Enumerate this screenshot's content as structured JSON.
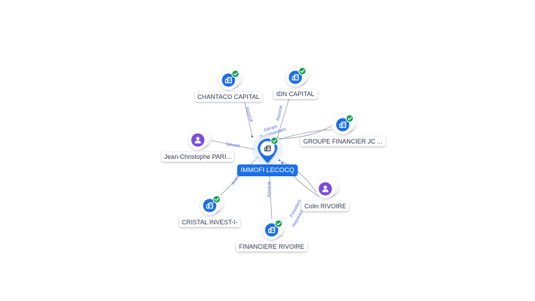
{
  "graph": {
    "center": {
      "name": "IMMOFI LECOCQ",
      "icon": "building-icon"
    },
    "nodes": [
      {
        "id": "chantaco",
        "name": "CHANTACO CAPITAL",
        "type": "company",
        "verified": true
      },
      {
        "id": "idn",
        "name": "IDN CAPITAL",
        "type": "company",
        "verified": true
      },
      {
        "id": "jean",
        "name": "Jean-Christophe PARI...",
        "type": "person",
        "verified": false
      },
      {
        "id": "groupe",
        "name": "GROUPE FINANCIER JC ...",
        "type": "company",
        "verified": true
      },
      {
        "id": "cristal",
        "name": "CRISTAL INVEST-I-",
        "type": "company",
        "verified": true
      },
      {
        "id": "colin",
        "name": "Colin RIVOIRE",
        "type": "person",
        "verified": false
      },
      {
        "id": "financiere",
        "name": "FINANCIERE RIVOIRE",
        "type": "company",
        "verified": true
      }
    ],
    "edges": [
      {
        "from": "chantaco",
        "label": "Associé"
      },
      {
        "from": "idn",
        "label": "Associé"
      },
      {
        "from": "jean",
        "label": "Gérant"
      },
      {
        "from": "groupe",
        "label": "Gérant"
      },
      {
        "from": "groupe",
        "label": "Représentant"
      },
      {
        "from": "cristal",
        "label": "Associé"
      },
      {
        "from": "financiere",
        "label": "Associé"
      },
      {
        "from": "colin",
        "label": "Président"
      },
      {
        "from": "colin",
        "label": "Représentant"
      }
    ]
  },
  "colors": {
    "company": "#1c6fe6",
    "person": "#7c4ddb",
    "verified": "#12a150",
    "edge": "#8a97a8",
    "edge_label": "#5b6bd6"
  }
}
